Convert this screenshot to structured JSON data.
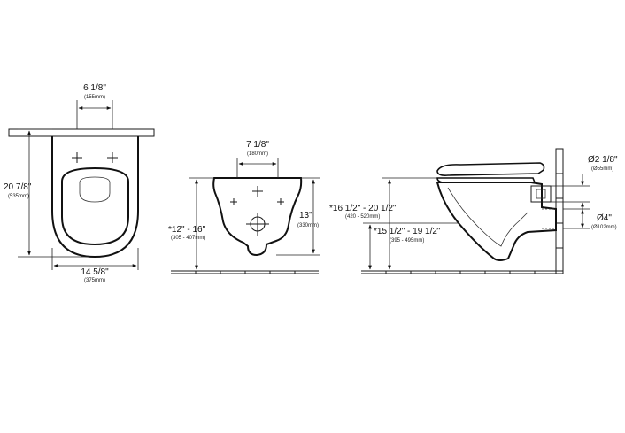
{
  "front_view": {
    "top_width": {
      "main": "6 1/8\"",
      "metric": "(155mm)"
    },
    "height": {
      "main": "20 7/8\"",
      "metric": "(535mm)"
    },
    "bottom_width": {
      "main": "14 5/8\"",
      "metric": "(375mm)"
    }
  },
  "top_view": {
    "width": {
      "main": "7 1/8\"",
      "metric": "(180mm)"
    },
    "left_height": {
      "main": "*12\" - 16\"",
      "metric": "(305 - 407mm)"
    },
    "right_height": {
      "main": "13\"",
      "metric": "(330mm)"
    }
  },
  "side_view": {
    "upper_range": {
      "main": "*16 1/2\" - 20 1/2\"",
      "metric": "(420 - 520mm)"
    },
    "lower_range": {
      "main": "*15 1/2\" - 19 1/2\"",
      "metric": "(395 - 495mm)"
    },
    "pipe_small": {
      "main": "Ø2 1/8\"",
      "metric": "(Ø55mm)"
    },
    "pipe_large": {
      "main": "Ø4\"",
      "metric": "(Ø102mm)"
    }
  }
}
